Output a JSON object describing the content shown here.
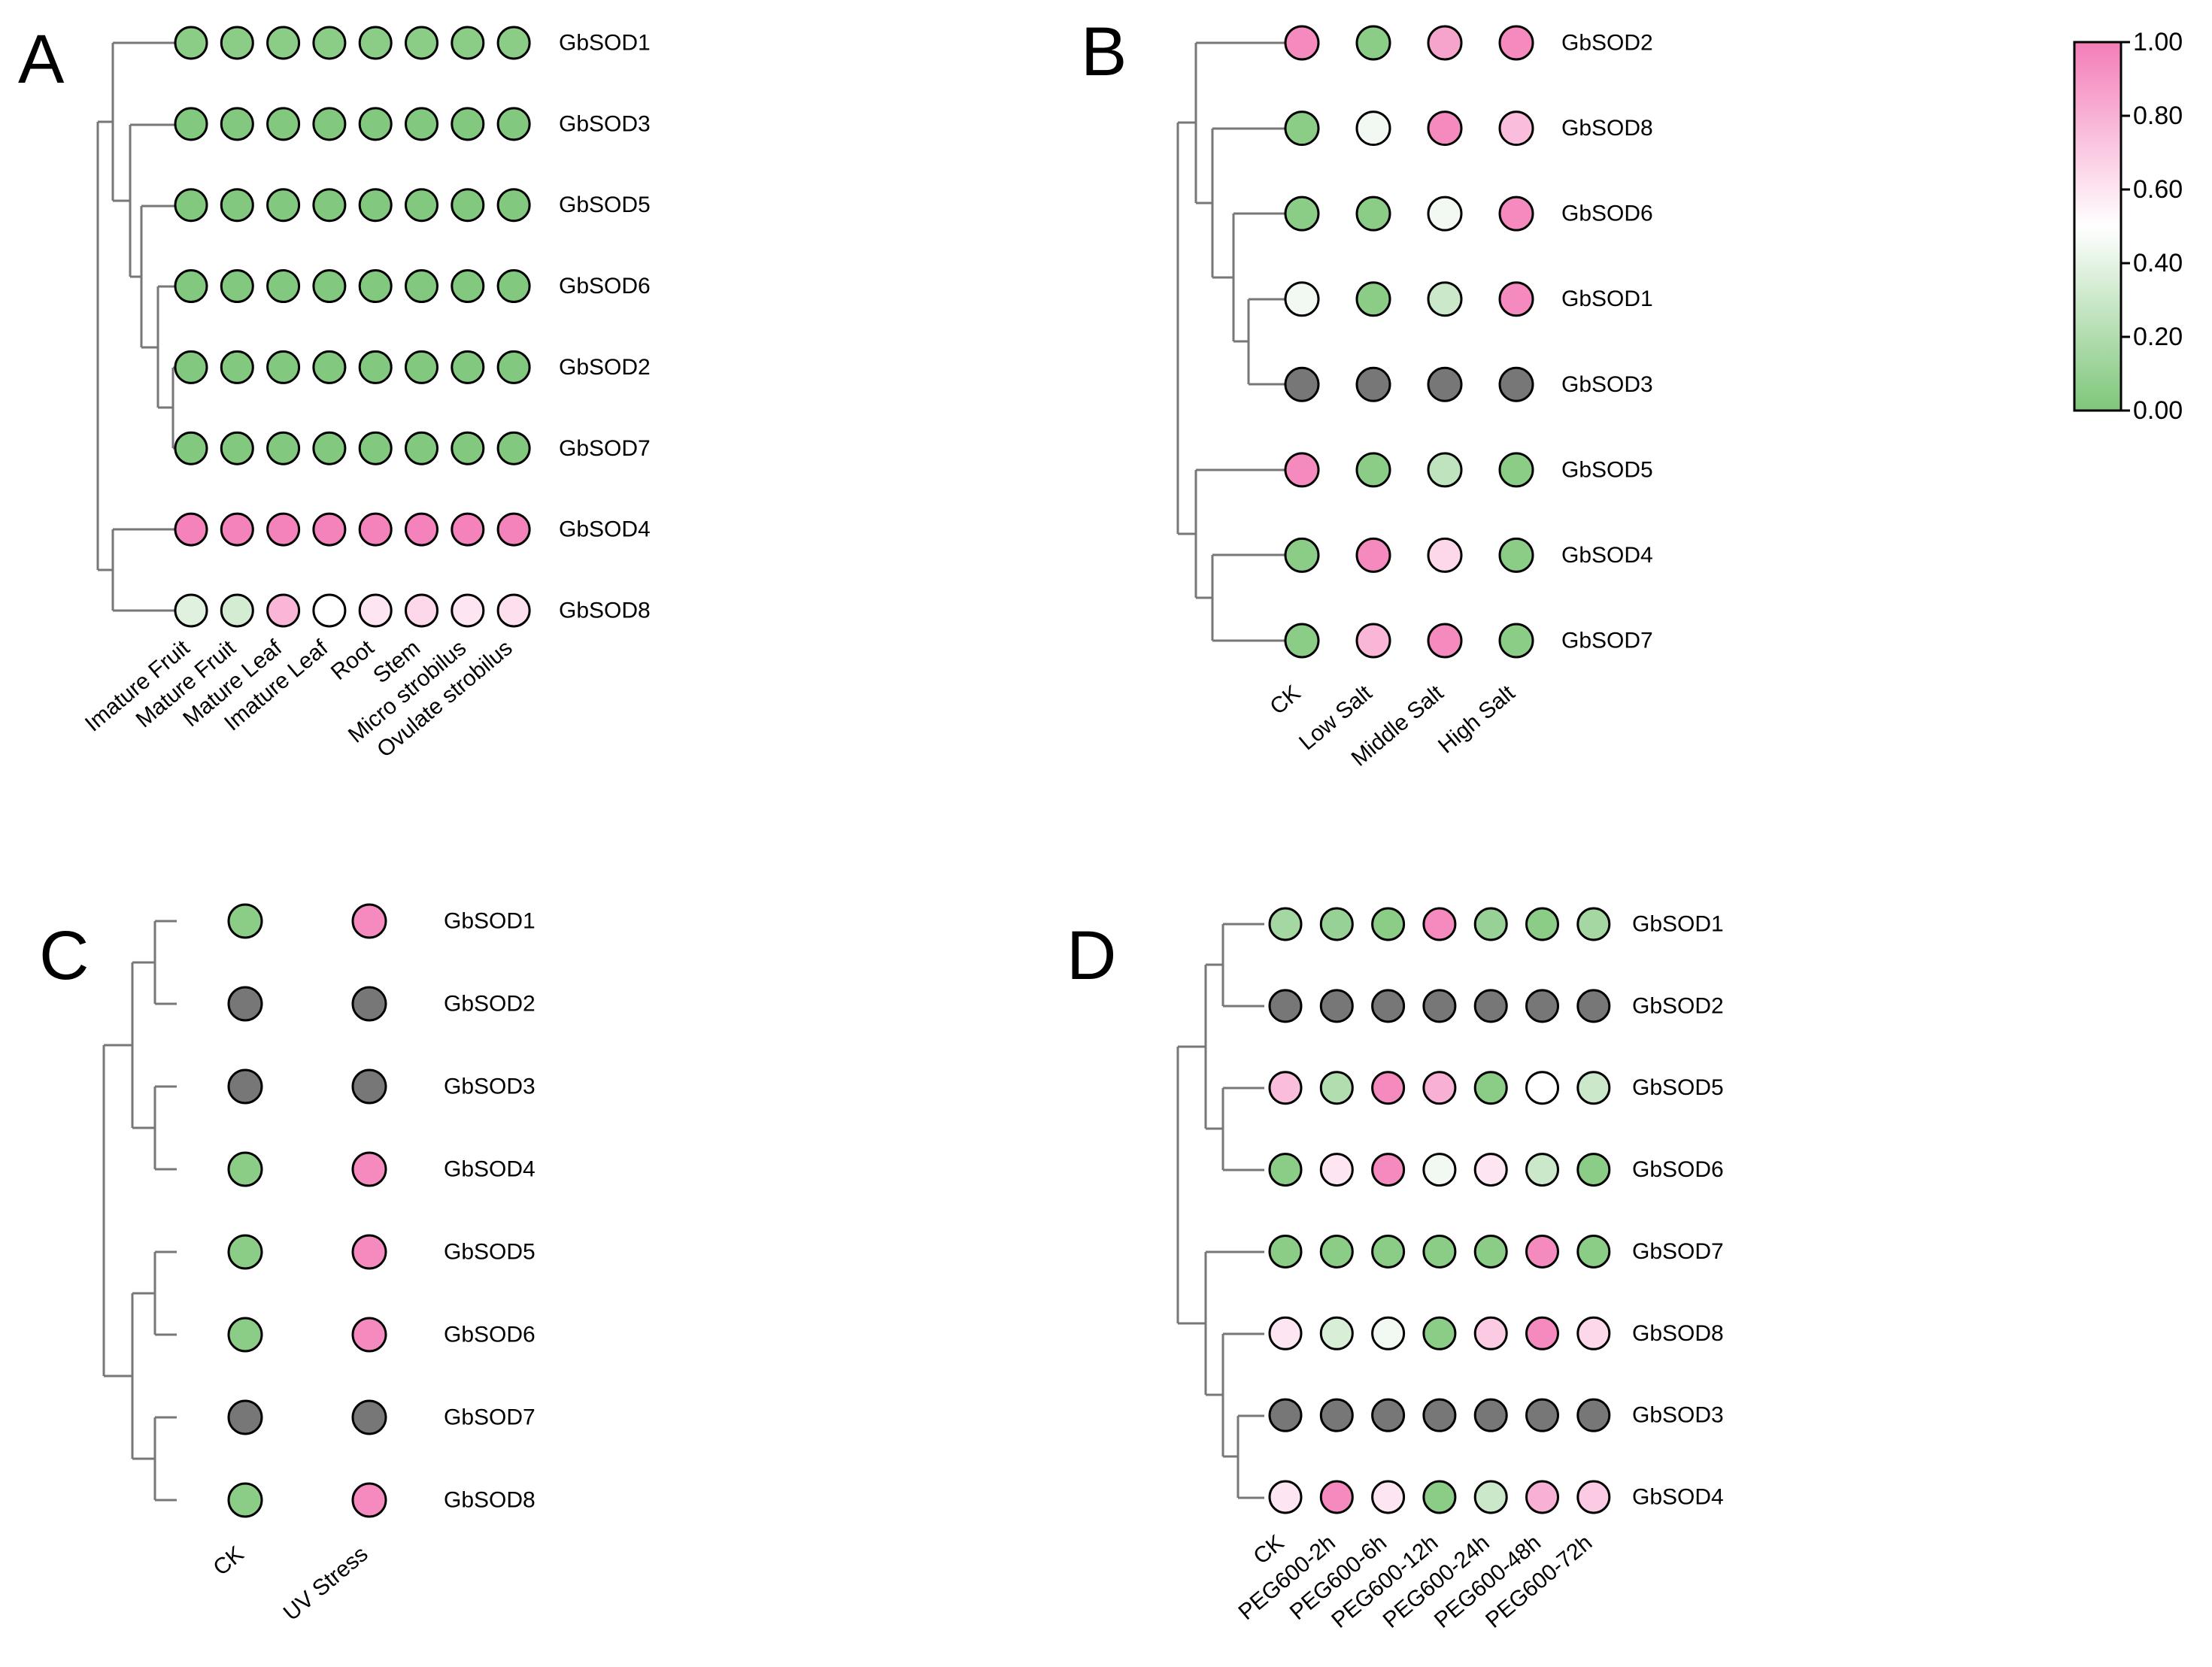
{
  "colors": {
    "low": "#7ec67a",
    "mid": "#ffffff",
    "high": "#f47db8",
    "missing": "#777777",
    "tree": "#777777"
  },
  "colorbar": {
    "ticks": [
      "1.00",
      "0.80",
      "0.60",
      "0.40",
      "0.20",
      "0.00"
    ]
  },
  "chart_data": [
    {
      "type": "heatmap",
      "panel": "A",
      "rows": [
        "GbSOD1",
        "GbSOD3",
        "GbSOD5",
        "GbSOD6",
        "GbSOD2",
        "GbSOD7",
        "GbSOD4",
        "GbSOD8"
      ],
      "columns": [
        "Imature Fruit",
        "Mature Fruit",
        "Mature Leaf",
        "Imature Leaf",
        "Root",
        "Stem",
        "Micro strobilus",
        "Ovulate strobilus"
      ],
      "values": [
        [
          0.05,
          0.05,
          0.05,
          0.05,
          0.05,
          0.05,
          0.05,
          0.05
        ],
        [
          0.02,
          0.02,
          0.02,
          0.02,
          0.02,
          0.02,
          0.02,
          0.02
        ],
        [
          0.02,
          0.02,
          0.02,
          0.02,
          0.02,
          0.02,
          0.02,
          0.02
        ],
        [
          0.02,
          0.02,
          0.02,
          0.02,
          0.02,
          0.02,
          0.02,
          0.02
        ],
        [
          0.02,
          0.02,
          0.02,
          0.02,
          0.02,
          0.02,
          0.02,
          0.02
        ],
        [
          0.02,
          0.02,
          0.02,
          0.02,
          0.02,
          0.02,
          0.02,
          0.02
        ],
        [
          0.98,
          0.98,
          0.98,
          0.98,
          0.98,
          0.98,
          0.98,
          0.98
        ],
        [
          0.38,
          0.33,
          0.78,
          0.5,
          0.6,
          0.65,
          0.6,
          0.62
        ]
      ],
      "colorbar_range": [
        0,
        1
      ]
    },
    {
      "type": "heatmap",
      "panel": "B",
      "rows": [
        "GbSOD2",
        "GbSOD8",
        "GbSOD6",
        "GbSOD1",
        "GbSOD3",
        "GbSOD5",
        "GbSOD4",
        "GbSOD7"
      ],
      "columns": [
        "CK",
        "Low Salt",
        "Middle Salt",
        "High Salt"
      ],
      "values": [
        [
          0.95,
          0.05,
          0.85,
          0.95
        ],
        [
          0.05,
          0.45,
          0.95,
          0.75
        ],
        [
          0.05,
          0.05,
          0.45,
          0.95
        ],
        [
          0.45,
          0.05,
          0.3,
          0.95
        ],
        [
          null,
          null,
          null,
          null
        ],
        [
          0.95,
          0.05,
          0.25,
          0.05
        ],
        [
          0.05,
          0.95,
          0.65,
          0.05
        ],
        [
          0.05,
          0.78,
          0.95,
          0.05
        ]
      ],
      "colorbar_range": [
        0,
        1
      ]
    },
    {
      "type": "heatmap",
      "panel": "C",
      "rows": [
        "GbSOD1",
        "GbSOD2",
        "GbSOD3",
        "GbSOD4",
        "GbSOD5",
        "GbSOD6",
        "GbSOD7",
        "GbSOD8"
      ],
      "columns": [
        "CK",
        "UV Stress"
      ],
      "values": [
        [
          0.05,
          0.95
        ],
        [
          null,
          null
        ],
        [
          null,
          null
        ],
        [
          0.05,
          0.95
        ],
        [
          0.05,
          0.95
        ],
        [
          0.05,
          0.95
        ],
        [
          null,
          null
        ],
        [
          0.05,
          0.95
        ]
      ],
      "colorbar_range": [
        0,
        1
      ]
    },
    {
      "type": "heatmap",
      "panel": "D",
      "rows": [
        "GbSOD1",
        "GbSOD2",
        "GbSOD5",
        "GbSOD6",
        "GbSOD7",
        "GbSOD8",
        "GbSOD3",
        "GbSOD4"
      ],
      "columns": [
        "CK",
        "PEG600-2h",
        "PEG600-6h",
        "PEG600-12h",
        "PEG600-24h",
        "PEG600-48h",
        "PEG600-72h"
      ],
      "values": [
        [
          0.15,
          0.1,
          0.05,
          0.95,
          0.1,
          0.05,
          0.15
        ],
        [
          null,
          null,
          null,
          null,
          null,
          null,
          null
        ],
        [
          0.75,
          0.2,
          0.95,
          0.8,
          0.05,
          0.5,
          0.3
        ],
        [
          0.05,
          0.6,
          0.95,
          0.45,
          0.6,
          0.3,
          0.05
        ],
        [
          0.05,
          0.05,
          0.05,
          0.05,
          0.05,
          0.95,
          0.05
        ],
        [
          0.6,
          0.35,
          0.45,
          0.05,
          0.7,
          0.95,
          0.65
        ],
        [
          null,
          null,
          null,
          null,
          null,
          null,
          null
        ],
        [
          0.6,
          0.95,
          0.6,
          0.05,
          0.3,
          0.8,
          0.7
        ]
      ],
      "colorbar_range": [
        0,
        1
      ]
    }
  ]
}
